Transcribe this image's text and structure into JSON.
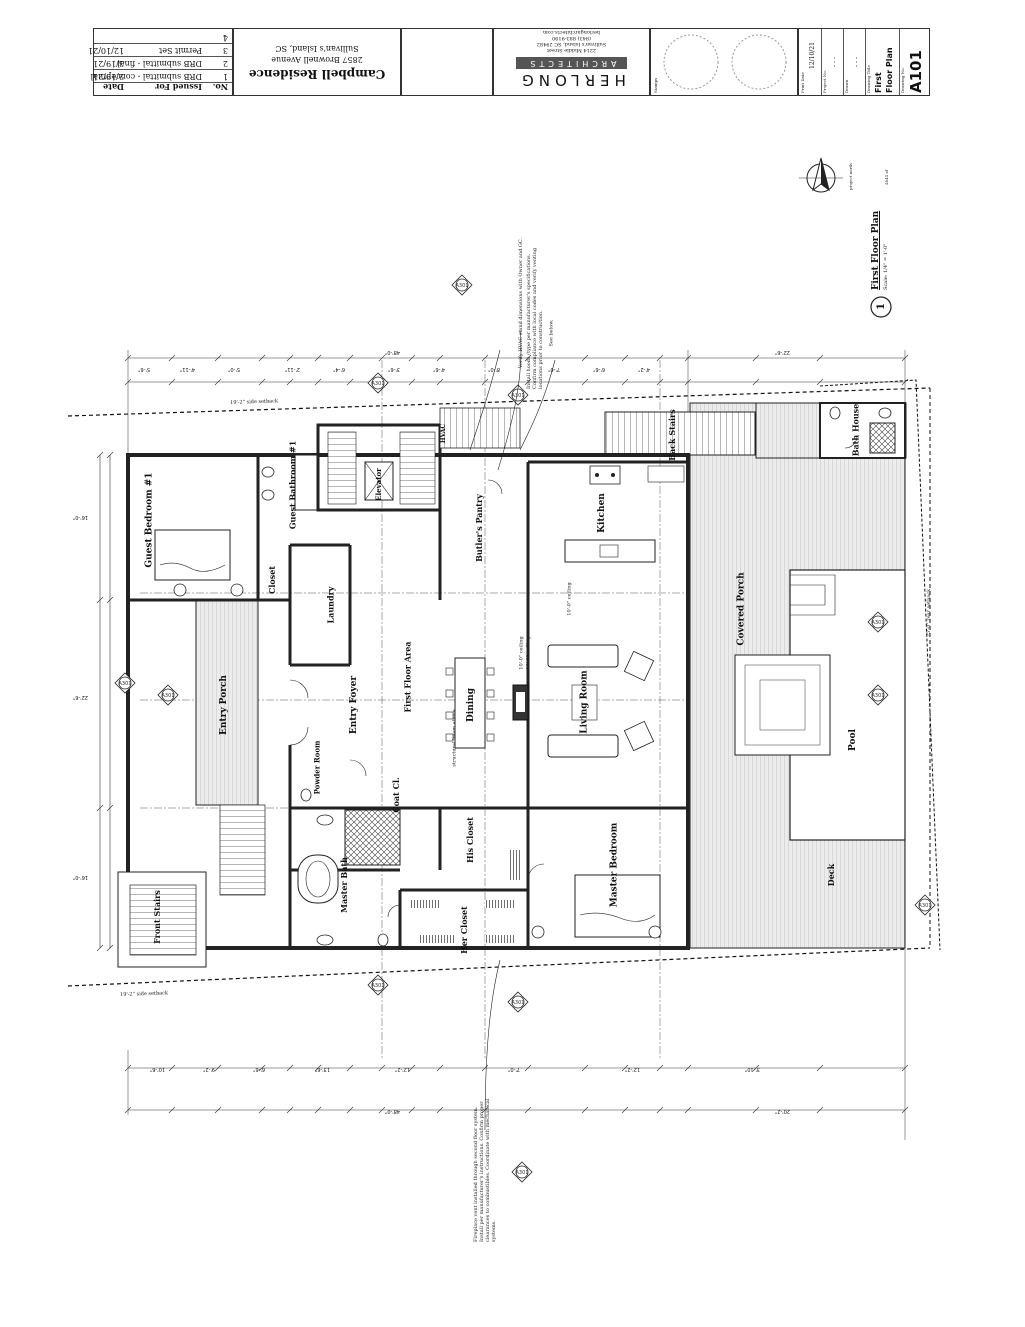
{
  "title_block": {
    "revisions": {
      "header_no": "No.",
      "header_issued": "Issued For",
      "header_date": "Date",
      "rows": [
        {
          "no": "1",
          "issued": "DRB submittal - conceptual",
          "date": "2/19/21"
        },
        {
          "no": "2",
          "issued": "DRB submittal - final",
          "date": "3/19/21"
        },
        {
          "no": "3",
          "issued": "Permit Set",
          "date": "12/10/21"
        },
        {
          "no": "4",
          "issued": "",
          "date": ""
        }
      ]
    },
    "project": {
      "name": "Campbell Residence",
      "address": "2857 Brownell Avenue",
      "city": "Sullivan's Island, SC"
    },
    "firm": {
      "name": "HERLONG",
      "sub": "ARCHITECTS",
      "street": "2214 Middle Street",
      "city": "Sullivan's Island, SC 29482",
      "phone": "(843) 883-9190",
      "web": "herlongarchitects.com"
    },
    "seal_label": "Stamps",
    "print_date_label": "Print Date",
    "print_date": "12/10/21",
    "project_no_label": "Project No.",
    "project_no": "- - -",
    "drawn_label": "Drawn",
    "drawn": "- - -",
    "drawing_title_label": "Drawing Title",
    "drawing_title_1": "First",
    "drawing_title_2": "Floor Plan",
    "drawing_no_label": "Drawing No.",
    "drawing_no": "A101"
  },
  "plan": {
    "title": "First Floor Plan",
    "scale": "Scale: 1/4\" = 1'-0\"",
    "number": "1",
    "north_label": "project north",
    "area": "2845 sf",
    "rooms": {
      "guest_bedroom": "Guest Bedroom #1",
      "guest_bath": "Guest Bathroom #1",
      "closet": "Closet",
      "laundry": "Laundry",
      "elevator": "Elevator",
      "hvac": "HVAC",
      "butlers_pantry": "Butler's Pantry",
      "kitchen": "Kitchen",
      "back_stairs": "Back Stairs",
      "bath_house": "Bath House",
      "entry_porch": "Entry Porch",
      "entry_foyer": "Entry Foyer",
      "first_floor_area": "First Floor Area",
      "dining": "Dining",
      "living_room": "Living Room",
      "covered_porch": "Covered Porch",
      "pool": "Pool",
      "powder_room": "Powder Room",
      "coat_cl": "Coat Cl.",
      "his_closet": "His Closet",
      "master_bedroom": "Master Bedroom",
      "master_bath": "Master Bath",
      "her_closet": "Her Closet",
      "deck": "Deck",
      "front_stairs": "Front Stairs"
    },
    "notes": {
      "hvac_note": "Verify HVAC stand dimensions with Owner and GC.",
      "hoods_note": "Install hoods (type per manufacturer's specifications. Confirm compliance with local codes and verify venting locations prior to construction.",
      "see_below": "See below.",
      "side_setback_top": "19'-2\" side setback",
      "side_setback_bottom": "19'-2\" side setback",
      "rear_setback": "25'-0\" rear setback",
      "fireplace_note": "Fireplace vent installed through second floor system. Install per manufacturer's instructions. Confirm proper clearances to combustibles. Coordinate with mechanical systems.",
      "ceiling_1": "10'-0\" ceiling",
      "ceiling_2": "10'-0\" ceiling",
      "ceiling_3": "10'-0\" ceiling",
      "structural_beam": "structural beam above"
    },
    "dims": {
      "top_1": "5'-6\"",
      "top_2": "4'-11\"",
      "top_3": "5'-0\"",
      "top_4": "2'-11\"",
      "top_5": "6'-4\"",
      "top_6": "3'-6\"",
      "top_7": "4'-6\"",
      "top_8": "8'-0\"",
      "top_9": "7'-0\"",
      "top_10": "6'-6\"",
      "top_11": "4'-2\"",
      "top_total_a": "48'-0\"",
      "top_total_b": "22'-6\"",
      "left_1": "16'-0\"",
      "left_2": "22'-6\"",
      "left_3": "16'-0\"",
      "bot_1": "10'-6\"",
      "bot_2": "9'-2\"",
      "bot_3": "6'-6\"",
      "bot_4": "13'-6\"",
      "bot_5": "12'-2\"",
      "bot_6": "7'-0\"",
      "bot_7": "12'-2\"",
      "bot_8": "3'-10\"",
      "bot_total_a": "48'-0\"",
      "bot_total_b": "20'-2\""
    },
    "callout_code": "A301"
  }
}
